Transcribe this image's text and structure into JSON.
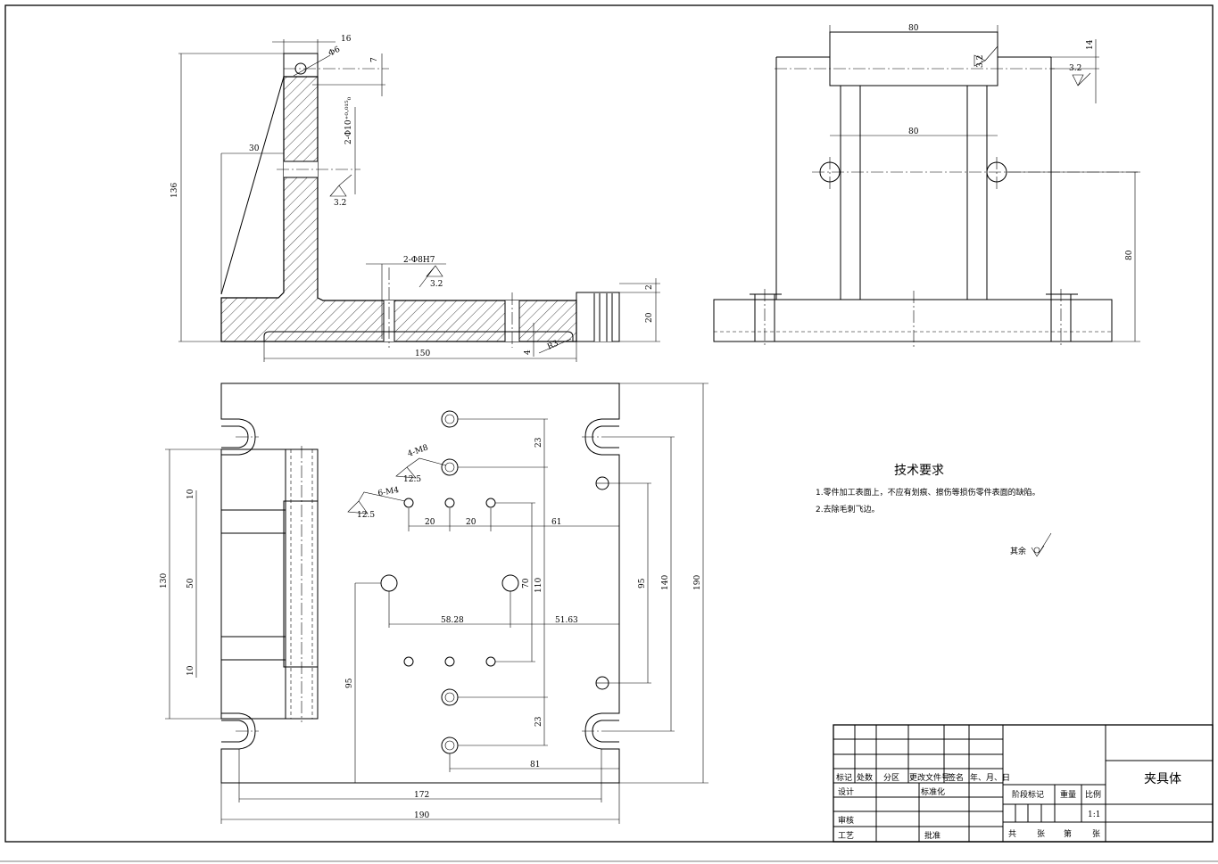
{
  "drawing": {
    "title": "夹具体",
    "tech_requirements": {
      "heading": "技术要求",
      "items": [
        "1.零件加工表面上，不应有划痕、擦伤等损伤零件表面的缺陷。",
        "2.去除毛刺飞边。"
      ]
    },
    "default_roughness_label": "其余"
  },
  "front_view": {
    "dims": {
      "d16": "16",
      "d_phi6": "Φ6",
      "d7": "7",
      "d136": "136",
      "d30": "30",
      "d_holes": "2-Φ10⁺⁰·⁰¹⁵₀",
      "r32a": "3.2",
      "d_pin": "2-Φ8H7",
      "r32b": "3.2",
      "d2": "2",
      "d20": "20",
      "d150": "150",
      "d4": "4",
      "d_r3": "R3"
    }
  },
  "side_view": {
    "dims": {
      "d80a": "80",
      "d80b": "80",
      "d80c": "80",
      "d14": "14",
      "r32a": "3.2",
      "r32b": "3.2"
    }
  },
  "plan_view": {
    "dims": {
      "d23a": "23",
      "d23b": "23",
      "m8": "4-M8",
      "r125a": "12.5",
      "m4": "6-M4",
      "r125b": "12.5",
      "d20a": "20",
      "d20b": "20",
      "d61": "61",
      "d110": "110",
      "d70": "70",
      "d5828": "58.28",
      "d5163": "51.63",
      "d95a": "95",
      "d140": "140",
      "d190v": "190",
      "d95b": "95",
      "d81": "81",
      "d172": "172",
      "d190h": "190",
      "d130": "130",
      "d10a": "10",
      "d50": "50",
      "d10b": "10"
    }
  },
  "title_block": {
    "labels": {
      "biaoji": "标记",
      "chushu": "处数",
      "fenqu": "分区",
      "gaiwenjian": "更改文件号",
      "qianming": "签名",
      "nianyueri": "年、月、日",
      "sheji": "设计",
      "biaozhunhua": "标准化",
      "shenhe": "审核",
      "gongyi": "工艺",
      "pizhun": "批准",
      "jieduan": "阶段标记",
      "zhongliang": "重量",
      "bili": "比例",
      "scale": "1:1",
      "gong": "共",
      "zhang1": "张",
      "di": "第",
      "zhang2": "张"
    }
  }
}
